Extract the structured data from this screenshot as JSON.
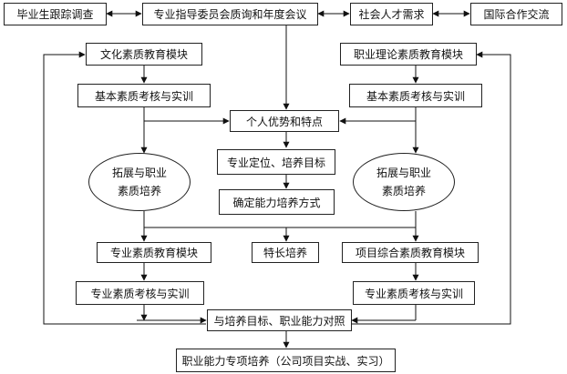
{
  "nodes": {
    "graduate_tracking": "毕业生跟踪调查",
    "committee": "专业指导委员会质询和年度会议",
    "social_demand": "社会人才需求",
    "intl_exchange": "国际合作交流",
    "culture_module": "文化素质教育模块",
    "career_theory_module": "职业理论素质教育模块",
    "basic_training_left": "基本素质考核与实训",
    "basic_training_right": "基本素质考核与实训",
    "personal_strengths": "个人优势和特点",
    "expand_left_line1": "拓展与职业",
    "expand_left_line2": "素质培养",
    "expand_right_line1": "拓展与职业",
    "expand_right_line2": "素质培养",
    "positioning": "专业定位、培养目标",
    "ability_method": "确定能力培养方式",
    "pro_module": "专业素质教育模块",
    "specialty": "特长培养",
    "project_module": "项目综合素质教育模块",
    "pro_training_left": "专业素质考核与实训",
    "pro_training_right": "专业素质考核与实训",
    "compare": "与培养目标、职业能力对照",
    "career_training": "职业能力专项培养（公司项目实战、实习）"
  }
}
